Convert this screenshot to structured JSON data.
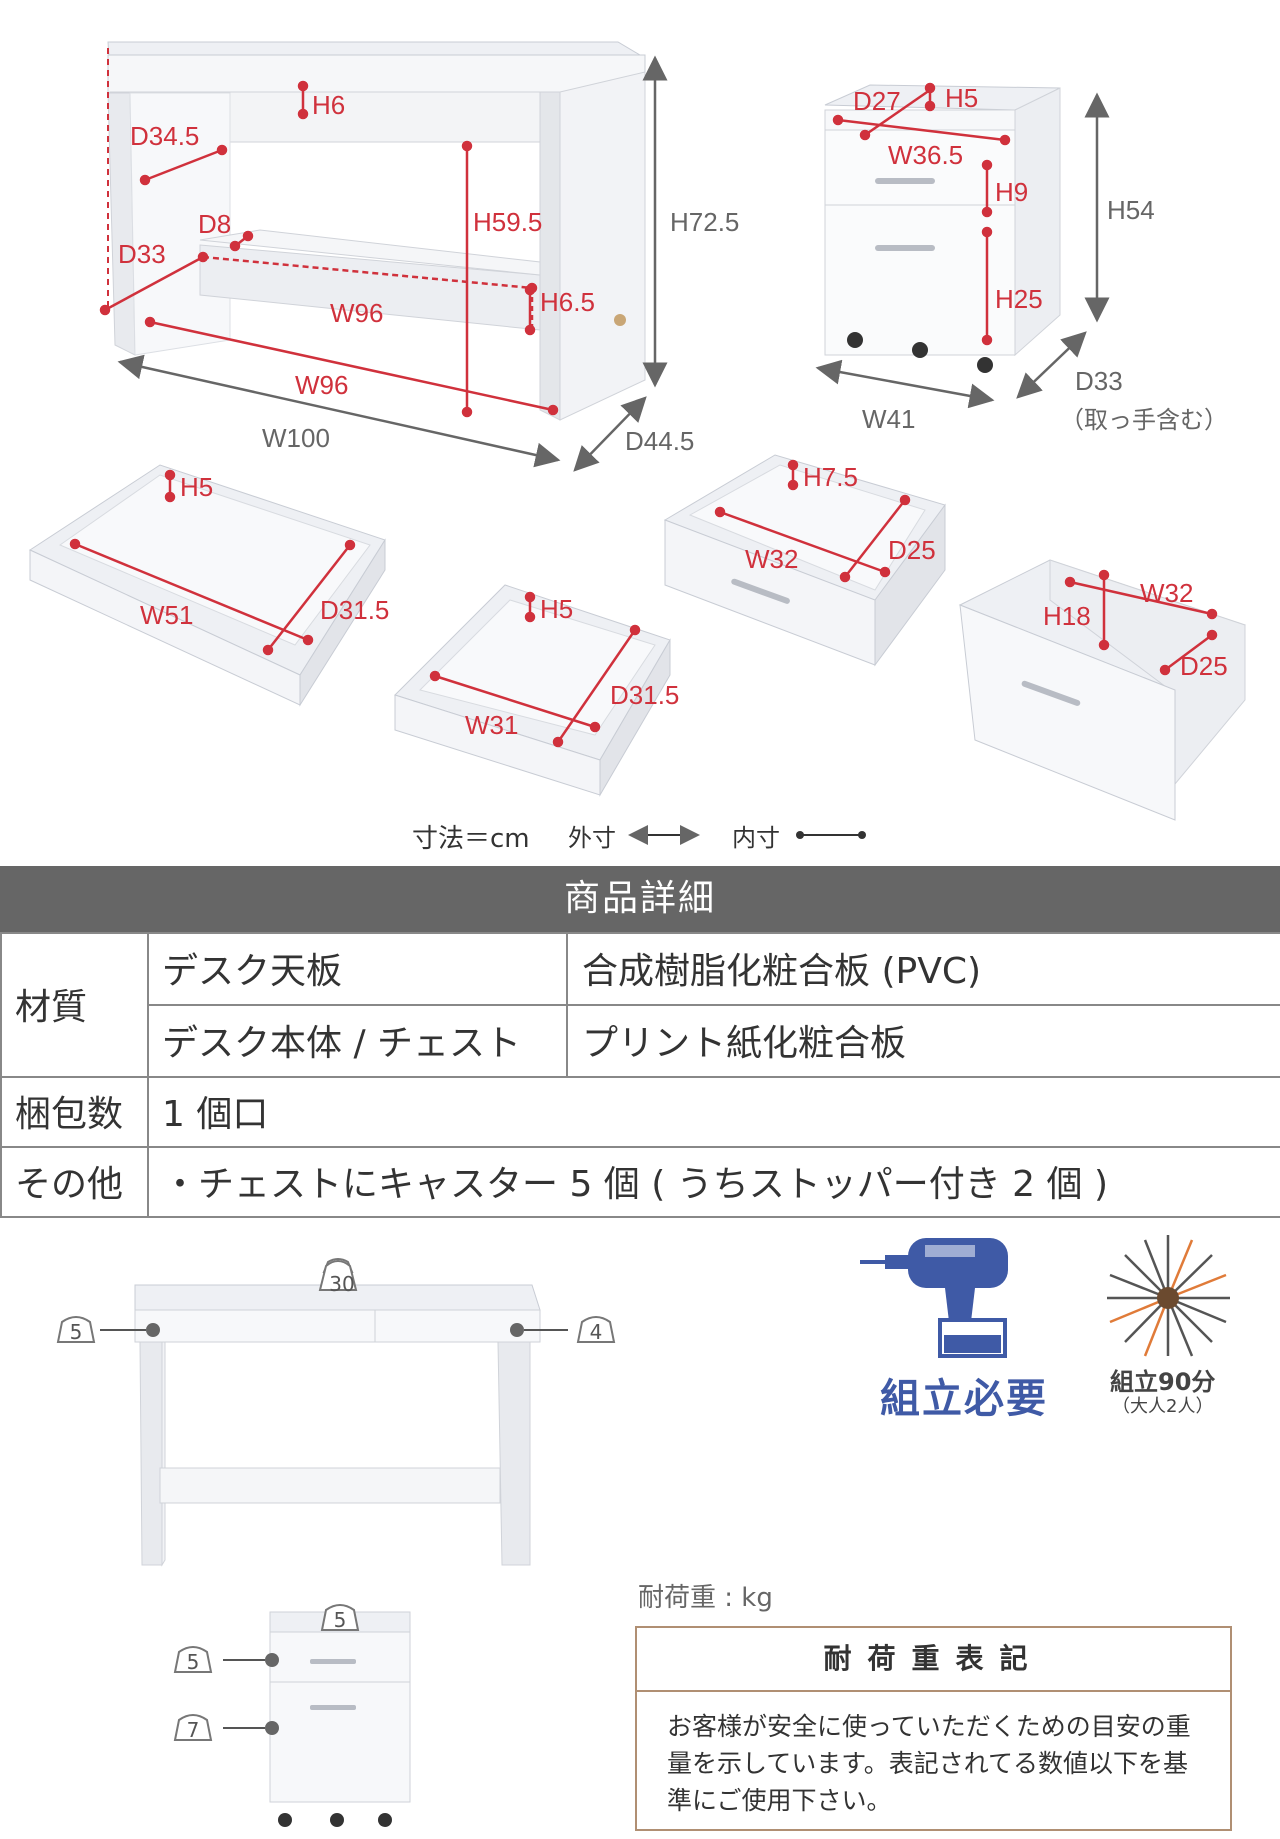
{
  "dimensions": {
    "desk_drawer_h": "H6",
    "desk_d1": "D34.5",
    "desk_h_inner": "H59.5",
    "desk_h_outer": "H72.5",
    "desk_d8": "D8",
    "desk_d33": "D33",
    "desk_w96_shelf": "W96",
    "desk_h65": "H6.5",
    "desk_w96_floor": "W96",
    "desk_w100": "W100",
    "desk_d445": "D44.5",
    "chest_d27": "D27",
    "chest_h5": "H5",
    "chest_w365": "W36.5",
    "chest_h9": "H9",
    "chest_h54": "H54",
    "chest_h25": "H25",
    "chest_w41": "W41",
    "chest_d33": "D33",
    "chest_d33_note": "（取っ手含む）",
    "drawer1_h": "H5",
    "drawer1_w": "W51",
    "drawer1_d": "D31.5",
    "drawer2_h": "H5",
    "drawer2_w": "W31",
    "drawer2_d": "D31.5",
    "drawer3_h": "H7.5",
    "drawer3_w": "W32",
    "drawer3_d": "D25",
    "drawer4_h": "H18",
    "drawer4_w": "W32",
    "drawer4_d": "D25"
  },
  "legend": {
    "unit": "寸法＝cm",
    "outer": "外寸",
    "inner": "内寸"
  },
  "details": {
    "title": "商品詳細",
    "material_label": "材質",
    "rows": [
      {
        "item": "デスク天板",
        "value": "合成樹脂化粧合板 (PVC)"
      },
      {
        "item": "デスク本体 / チェスト",
        "value": "プリント紙化粧合板"
      }
    ],
    "package_label": "梱包数",
    "package_value": "1 個口",
    "other_label": "その他",
    "other_value": "・チェストにキャスター 5 個 ( うちストッパー付き 2 個 )"
  },
  "loads": {
    "desk_top": "30",
    "desk_left": "5",
    "desk_right": "4",
    "chest_top": "5",
    "chest_drawer1": "5",
    "chest_drawer2": "7"
  },
  "assembly": {
    "required": "組立必要",
    "time": "組立90分",
    "people": "（大人2人）"
  },
  "load_table": {
    "unit_label": "耐荷重 : kg",
    "title": "耐荷重表記",
    "body": "お客様が安全に使っていただくための目安の重量を示しています。表記されてる数値以下を基準にご使用下さい。"
  },
  "colors": {
    "dimension_red": "#d0313c",
    "header_gray": "#666666",
    "assembly_blue": "#3f5aa6",
    "load_border": "#b08f73"
  }
}
